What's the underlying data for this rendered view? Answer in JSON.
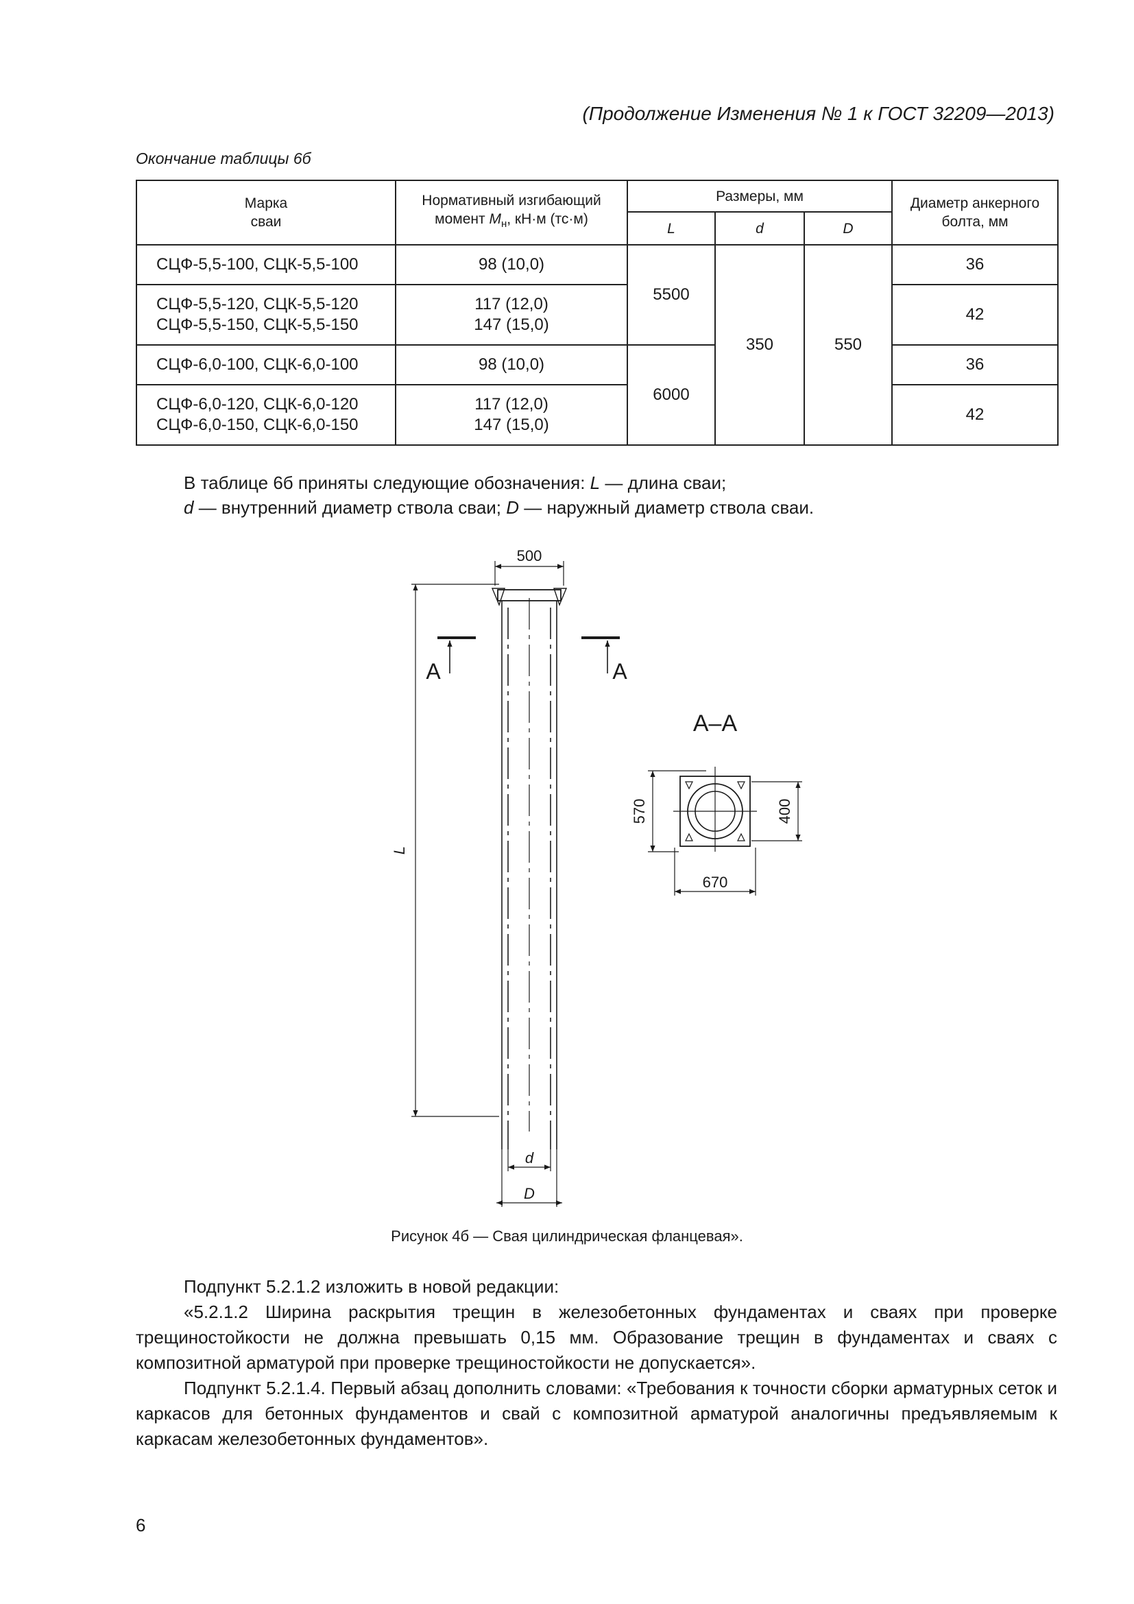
{
  "header_note": "(Продолжение Изменения № 1 к ГОСТ 32209—2013)",
  "table_caption": "Окончание таблицы 6б",
  "table": {
    "headers": {
      "mark_line1": "Марка",
      "mark_line2": "сваи",
      "moment_line1": "Нормативный изгибающий",
      "moment_pre": "момент ",
      "moment_sym": "M",
      "moment_sub": "н",
      "moment_post": ", кН·м (тс·м)",
      "sizes": "Размеры, мм",
      "L": "L",
      "d": "d",
      "D": "D",
      "bolt_line1": "Диаметр анкерного",
      "bolt_line2": "болта, мм"
    },
    "rows": [
      {
        "mark": [
          "СЦФ-5,5-100, СЦК-5,5-100"
        ],
        "moment": [
          "98 (10,0)"
        ],
        "bolt": "36"
      },
      {
        "mark": [
          "СЦФ-5,5-120, СЦК-5,5-120",
          "СЦФ-5,5-150, СЦК-5,5-150"
        ],
        "moment": [
          "117 (12,0)",
          "147 (15,0)"
        ],
        "bolt": "42"
      },
      {
        "mark": [
          "СЦФ-6,0-100, СЦК-6,0-100"
        ],
        "moment": [
          "98 (10,0)"
        ],
        "bolt": "36"
      },
      {
        "mark": [
          "СЦФ-6,0-120, СЦК-6,0-120",
          "СЦФ-6,0-150, СЦК-6,0-150"
        ],
        "moment": [
          "117 (12,0)",
          "147 (15,0)"
        ],
        "bolt": "42"
      }
    ],
    "L_group1": "5500",
    "L_group2": "6000",
    "d_value": "350",
    "D_value": "550"
  },
  "legend": {
    "line1_a": "В таблице 6б приняты следующие обозначения: ",
    "line1_sym": "L",
    "line1_b": " — длина сваи;",
    "line2_sym1": "d",
    "line2_a": " — внутренний диаметр ствола сваи; ",
    "line2_sym2": "D",
    "line2_b": " — наружный диаметр ствола сваи."
  },
  "figure": {
    "dim_top": "500",
    "section_mark": "А",
    "section_title": "А–А",
    "length_label": "L",
    "inner_label": "d",
    "outer_label": "D",
    "dim_570": "570",
    "dim_400": "400",
    "dim_670": "670"
  },
  "figure_caption": "Рисунок 4б — Свая цилиндрическая фланцевая».",
  "body": {
    "p1": "Подпункт 5.2.1.2 изложить в новой редакции:",
    "p2": "«5.2.1.2 Ширина раскрытия трещин в железобетонных фундаментах и сваях при проверке трещиностойкости не должна превышать 0,15 мм. Образование трещин в фундаментах и сваях с композитной арматурой при проверке трещиностойкости не допускается».",
    "p3": "Подпункт 5.2.1.4. Первый абзац дополнить словами: «Требования к точности сборки арматурных сеток и каркасов для бетонных фундаментов и свай с композитной арматурой аналогичны предъявляемым к каркасам железобетонных фундаментов»."
  },
  "page_number": "6"
}
